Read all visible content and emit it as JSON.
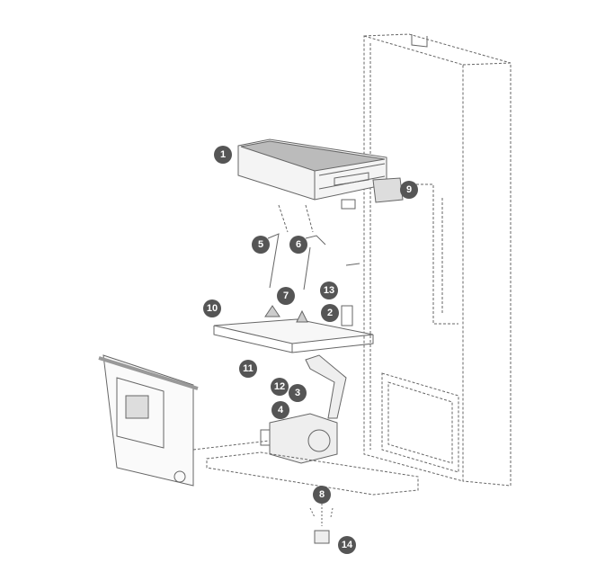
{
  "diagram": {
    "type": "exploded-parts-view",
    "callout_color": "#555555",
    "callouts": [
      {
        "label": "1"
      },
      {
        "label": "9"
      },
      {
        "label": "5"
      },
      {
        "label": "6"
      },
      {
        "label": "7"
      },
      {
        "label": "13"
      },
      {
        "label": "10"
      },
      {
        "label": "2"
      },
      {
        "label": "11"
      },
      {
        "label": "12"
      },
      {
        "label": "3"
      },
      {
        "label": "4"
      },
      {
        "label": "8"
      },
      {
        "label": "14"
      }
    ]
  }
}
